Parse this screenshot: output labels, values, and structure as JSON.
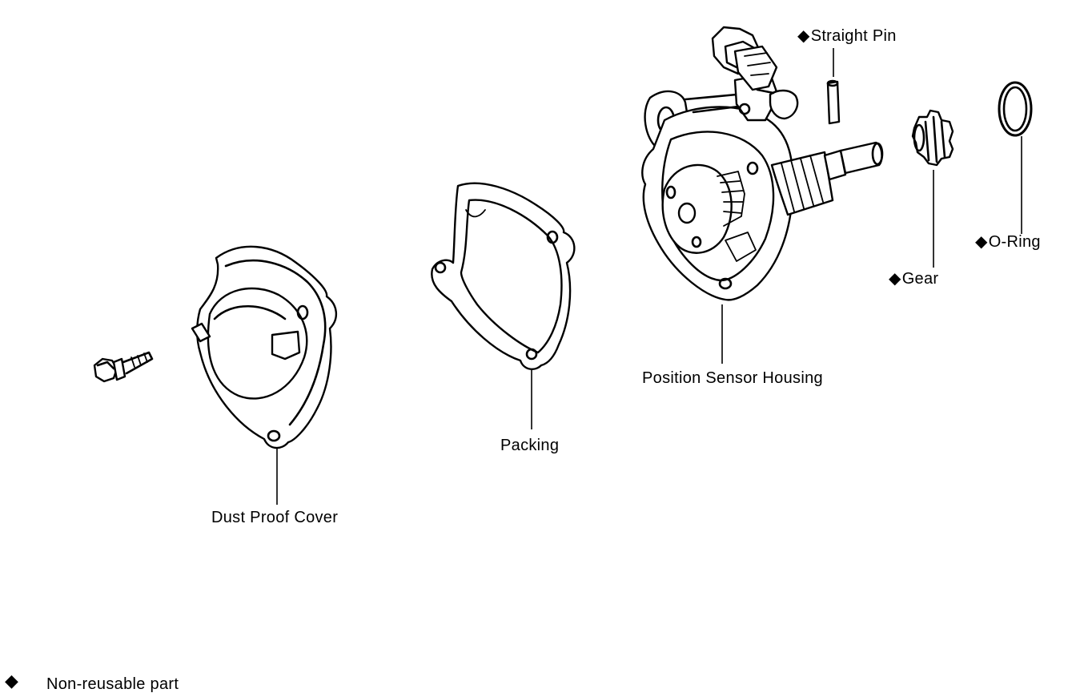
{
  "labels": {
    "straight_pin": "Straight Pin",
    "o_ring": "O-Ring",
    "gear": "Gear",
    "position_sensor_housing": "Position Sensor Housing",
    "packing": "Packing",
    "dust_proof_cover": "Dust Proof Cover"
  },
  "legend": {
    "symbol": "◆",
    "text": "Non-reusable part"
  }
}
